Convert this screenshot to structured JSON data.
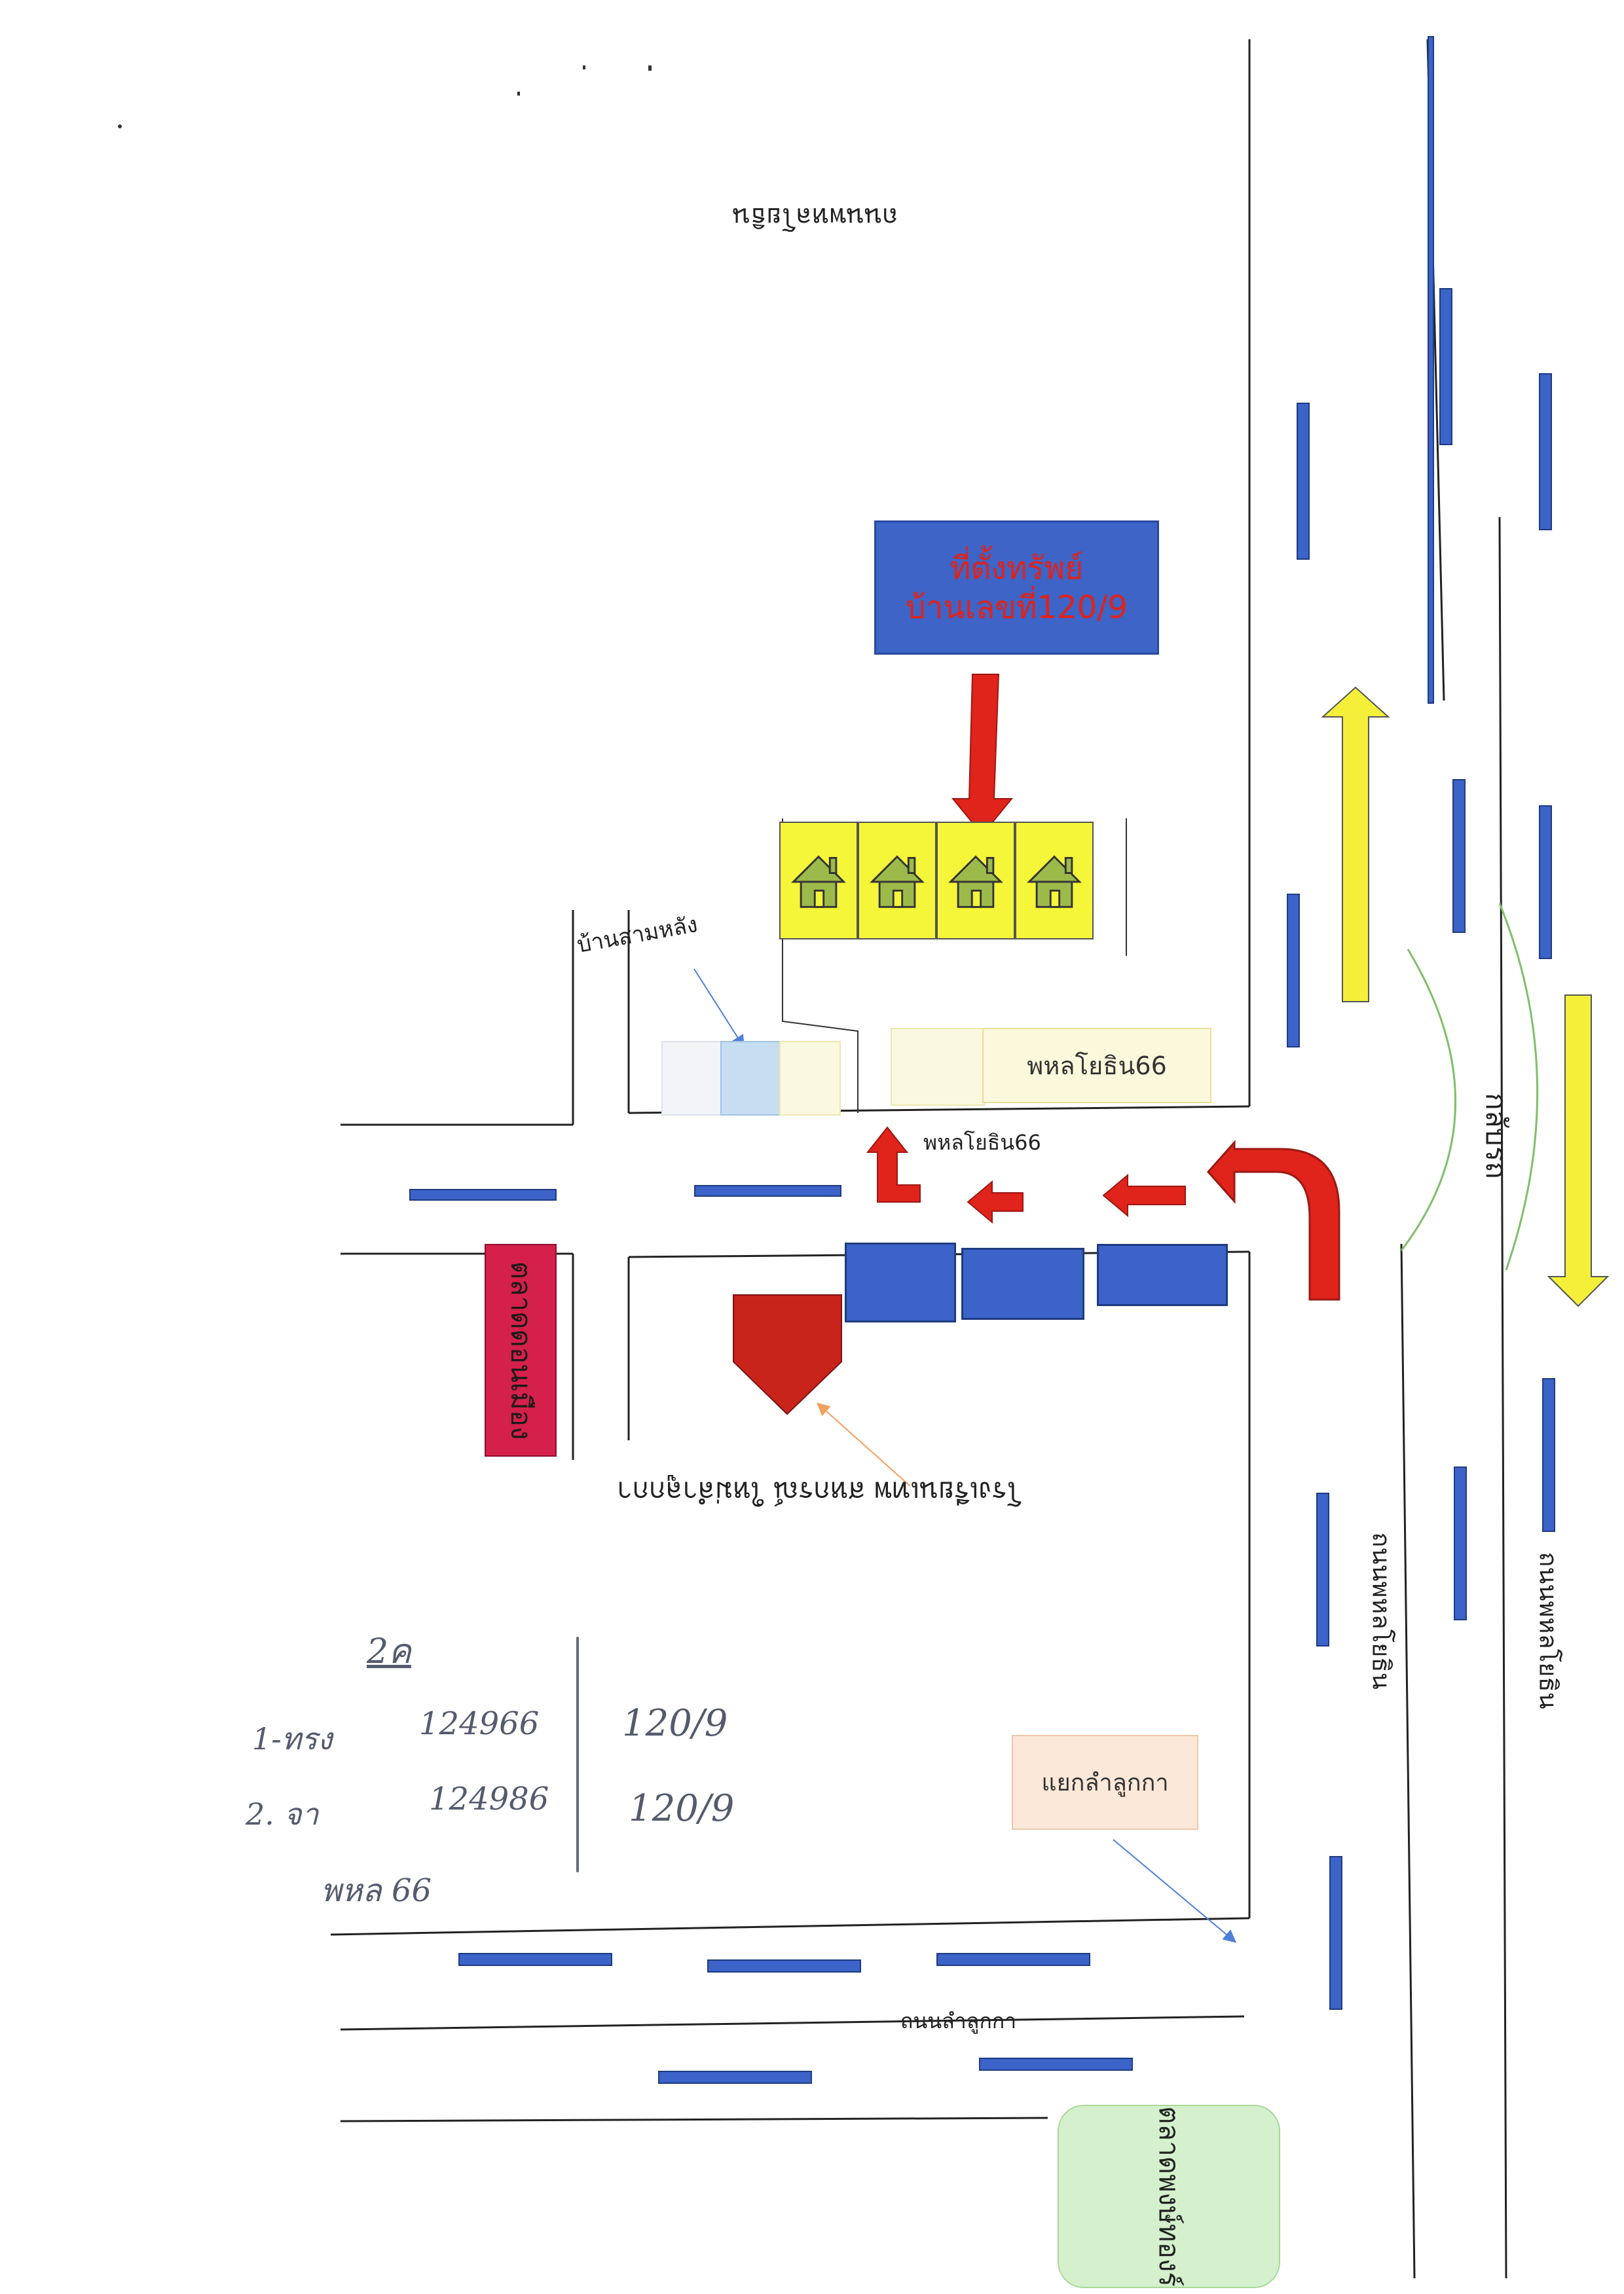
{
  "property_box": {
    "line1": "ที่ตั้งทรัพย์",
    "line2": "บ้านเลขที่120/9"
  },
  "labels": {
    "road_top_vertical": "ถนนพหลโยธิน",
    "baan_sam_lang": "บ้านสามหลัง",
    "phahon_box": "พหลโยธิน66",
    "phahon_road": "พหลโยธิน66",
    "u_turn": "กลับรถ",
    "market_red": "ตลาดดอนเมือง",
    "school_label": "โรงเรียนเทพ สหกรณ์ ใหม่ลำลูกกา",
    "road_right_1": "ถนนพหลโยธิน",
    "road_right_2": "ถนนพหลโยธิน",
    "lamlukka_junction": "แยกลำลูกกา",
    "lamlukka_road": "ถนนลำลูกกา",
    "green_place": "ตลาดพงษ์ทองร์ "
  },
  "handwritten": {
    "note_top": "2ค",
    "row1_name": "1-ทรง",
    "row1_num": "124966",
    "row1_house": "120/9",
    "row2_name": "2. จา",
    "row2_num": "124986",
    "row2_house": "120/9",
    "footer": "พหล 66"
  },
  "colors": {
    "road_dash": "#3b63c8",
    "arrow_red": "#e0231b",
    "arrow_yellow": "#f4f03a",
    "house_yellow": "#f5f53a",
    "property_box": "#3d64c6",
    "market_red": "#d4204a",
    "school_marker": "#c8241c",
    "green_place": "#d4f0cc"
  },
  "icons": [
    "house-icon",
    "red-arrow",
    "yellow-arrow",
    "pentagon-marker"
  ]
}
